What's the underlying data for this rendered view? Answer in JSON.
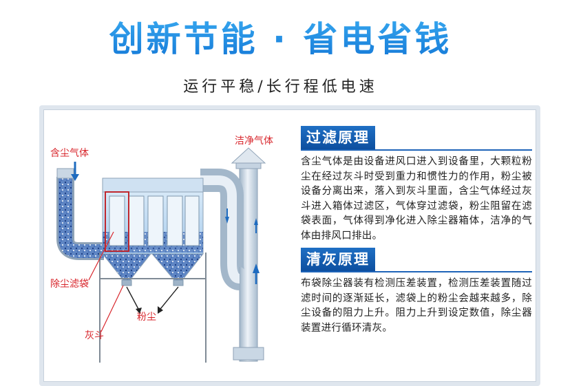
{
  "headline": "创新节能 · 省电省钱",
  "subheadline": "运行平稳/长行程低电速",
  "diagram": {
    "labels": {
      "dust_gas": "含尘气体",
      "clean_gas": "洁净气体",
      "filter_bag": "除尘滤袋",
      "dust": "粉尘",
      "ash_hopper": "灰斗"
    },
    "colors": {
      "label": "#d8262c",
      "duct": "#c9d8e8",
      "box": "#bcd9f2",
      "accent": "#1e6bbf"
    }
  },
  "sections": [
    {
      "title": "过滤原理",
      "body": "含尘气体是由设备进风口进入到设备里，大颗粒粉尘在经过灰斗时受到重力和惯性力的作用，粉尘被设备分离出来，落入到灰斗里面，含尘气体经过灰斗进入箱体过滤区，气体穿过滤袋，粉尘阻留在滤袋表面，气体得到净化进入除尘器箱体，洁净的气体由排风口排出。"
    },
    {
      "title": "清灰原理",
      "body": "布袋除尘器装有检测压差装置，检测压差装置随过滤时间的逐渐延长，滤袋上的粉尘会越来越多，除尘设备的阻力上升。阻力上升到设定数值，除尘器装置进行循环清灰。"
    }
  ]
}
